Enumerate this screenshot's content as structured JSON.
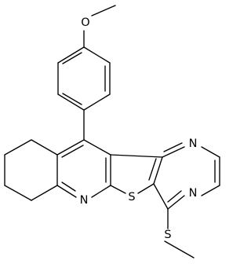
{
  "structure": {
    "atoms": {
      "oxygen": "O",
      "sulfur": "S",
      "nitrogen_quinoline": "N",
      "nitrogen_pyrimidine_top": "N",
      "nitrogen_pyrimidine_bottom": "N",
      "sulfur_methylthio": "S"
    }
  }
}
